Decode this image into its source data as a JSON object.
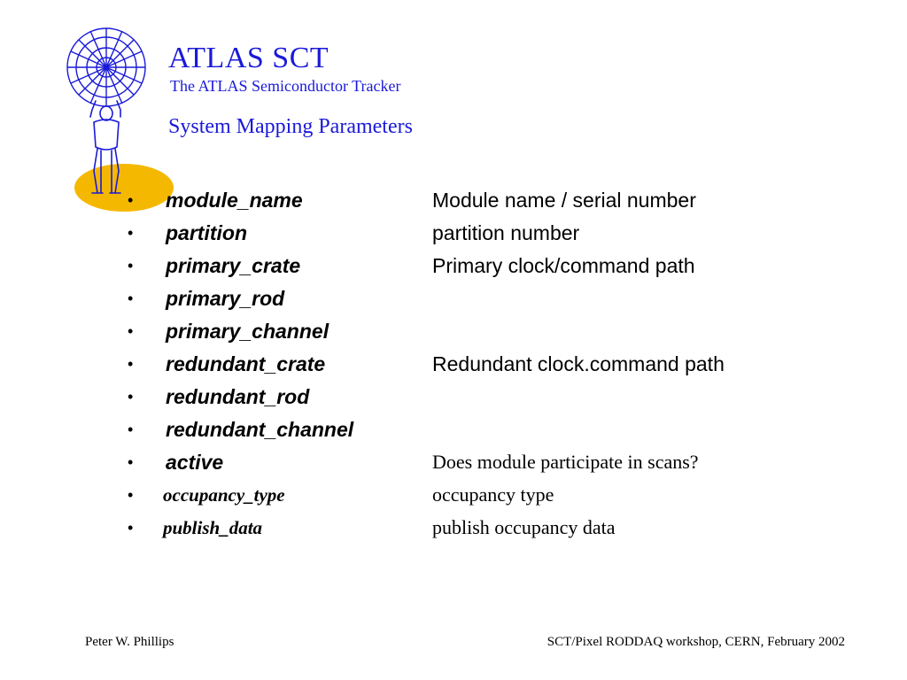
{
  "header": {
    "brand_title": "ATLAS SCT",
    "brand_subtitle": "The ATLAS Semiconductor Tracker",
    "slide_title": "System Mapping Parameters"
  },
  "colors": {
    "title_blue": "#1a1ad8",
    "logo_yellow": "#f5b800"
  },
  "parameters": [
    {
      "name": "module_name",
      "description": "Module name / serial number",
      "font": "sans"
    },
    {
      "name": "partition",
      "description": "partition number",
      "font": "sans"
    },
    {
      "name": "primary_crate",
      "description": "Primary clock/command path",
      "font": "sans"
    },
    {
      "name": "primary_rod",
      "description": "",
      "font": "sans"
    },
    {
      "name": "primary_channel",
      "description": "",
      "font": "sans"
    },
    {
      "name": "redundant_crate",
      "description": "Redundant clock.command path",
      "font": "sans"
    },
    {
      "name": "redundant_rod",
      "description": "",
      "font": "sans"
    },
    {
      "name": "redundant_channel",
      "description": "",
      "font": "sans"
    },
    {
      "name": "active",
      "description": "Does module participate in scans?",
      "font": "mixed"
    },
    {
      "name": "occupancy_type",
      "description": "occupancy type",
      "font": "serif"
    },
    {
      "name": "publish_data",
      "description": "publish occupancy data",
      "font": "serif"
    }
  ],
  "bullet_glyph": "•",
  "footer": {
    "author": "Peter W. Phillips",
    "event": "SCT/Pixel RODDAQ workshop, CERN, February 2002"
  }
}
